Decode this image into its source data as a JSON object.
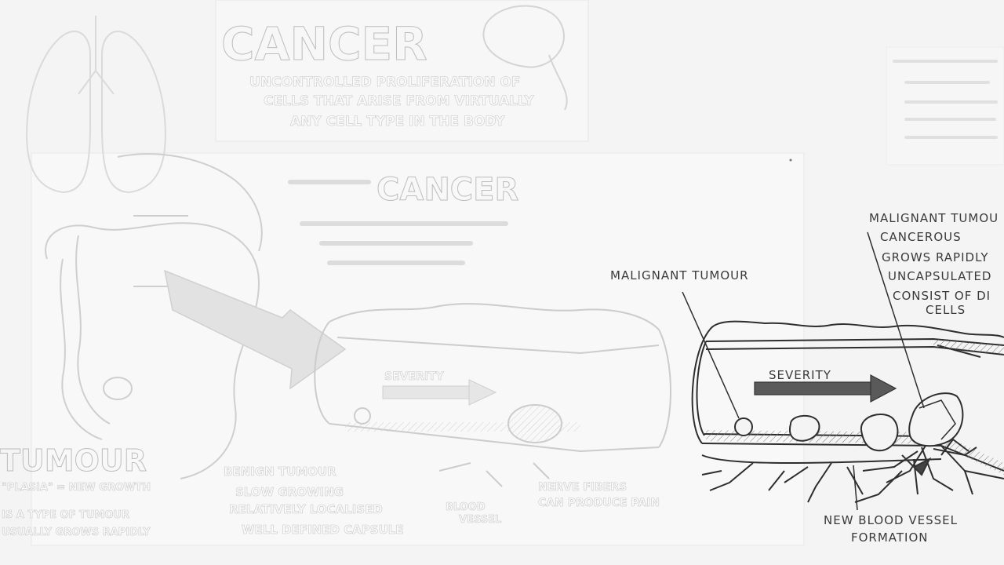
{
  "background_board": {
    "cancer_title": "CANCER",
    "cancer_definition": [
      "UNCONTROLLED PROLIFERATION OF",
      "CELLS THAT ARISE FROM VIRTUALLY",
      "ANY CELL TYPE IN THE BODY"
    ],
    "bowel_cancer_title": "CANCER",
    "tumour_title": "TUMOUR",
    "tumour_lines": [
      "\"PLASIA\" = NEW GROWTH",
      "IS A TYPE OF TUMOUR",
      "USUALLY GROWS RAPIDLY"
    ],
    "benign_lines": [
      "BENIGN TUMOUR",
      "SLOW GROWING",
      "RELATIVELY LOCALISED",
      "WELL DEFINED CAPSULE"
    ],
    "blood_vessel_lines": [
      "BLOOD",
      "VESSEL"
    ],
    "nerve_lines": [
      "NERVE FIBERS",
      "CAN PRODUCE PAIN"
    ],
    "severity_faint": "SEVERITY"
  },
  "foreground_drawing": {
    "malignant_label_left": "MALIGNANT TUMOUR",
    "malignant_label_right": "MALIGNANT TUMOU",
    "malignant_traits": [
      "CANCEROUS",
      "GROWS RAPIDLY",
      "UNCAPSULATED",
      "CONSIST OF DI",
      "CELLS"
    ],
    "severity_label": "SEVERITY",
    "new_vessel_lines": [
      "NEW BLOOD VESSEL",
      "FORMATION"
    ]
  },
  "colors": {
    "ink": "#2e2e2e",
    "arrow": "#555555",
    "ghost": "#c4c4c4",
    "paper": "#f4f4f4"
  }
}
